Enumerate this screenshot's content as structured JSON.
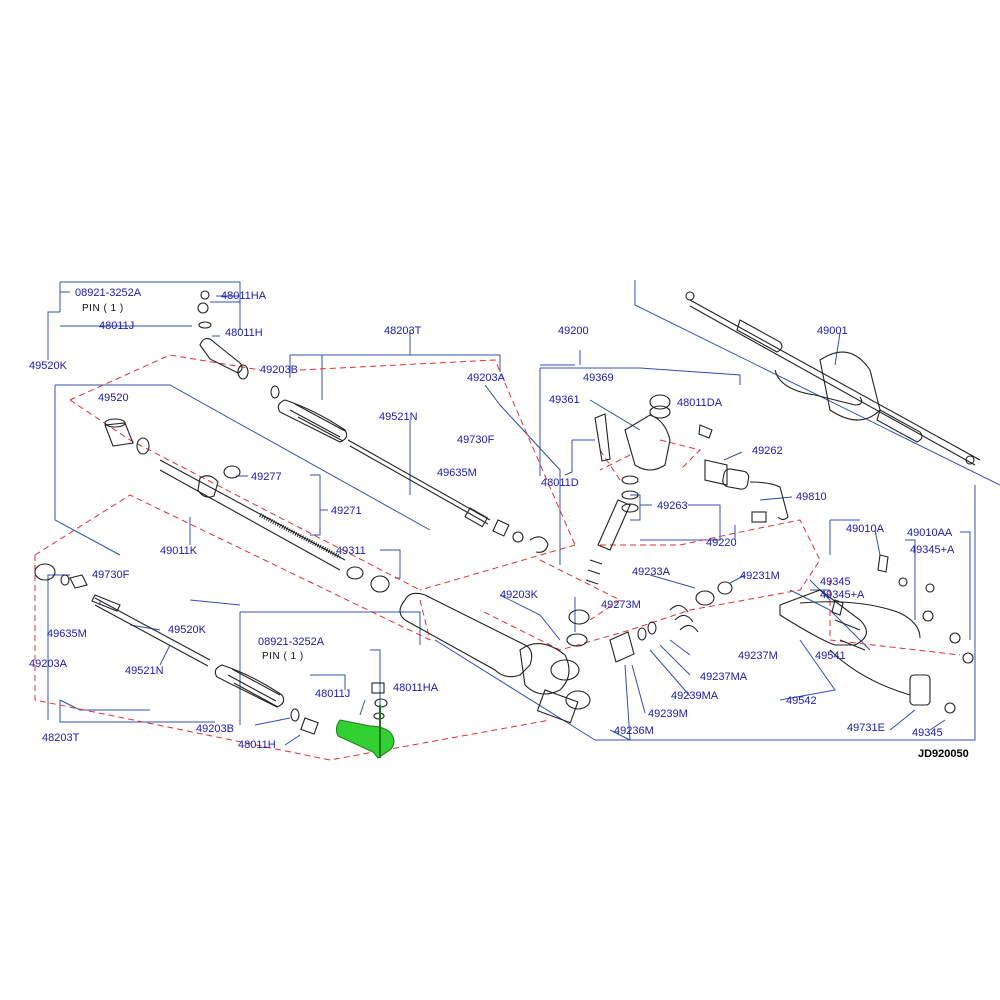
{
  "diagram": {
    "drawing_code": "JD920050",
    "colors": {
      "label_text": "#1a1ab0",
      "label_highlight": "#e6a9b1",
      "leader_line": "#3050b0",
      "dashed_group": "#e03030",
      "highlight_part": "#33d033",
      "part_outline": "#222222"
    },
    "notes": {
      "pin_top": "PIN ( 1 )",
      "pin_bottom": "PIN ( 1 )"
    },
    "labels": {
      "p08921_3252a_top": "08921-3252A",
      "p48011ha_top": "48011HA",
      "p48011j_top": "48011J",
      "p48011h_top": "48011H",
      "p49520k_top": "49520K",
      "p48203t_top": "48203T",
      "p49203b_top": "49203B",
      "p49203a_top": "49203A",
      "p49520": "49520",
      "p49521n_top": "49521N",
      "p49730f_top": "49730F",
      "p49635m_top": "49635M",
      "p49277": "49277",
      "p49271": "49271",
      "p49011k": "49011K",
      "p49311": "49311",
      "p49200": "49200",
      "p49369": "49369",
      "p49361": "49361",
      "p48011da": "48011DA",
      "p49262": "49262",
      "p48011d": "48011D",
      "p49263": "49263",
      "p49810": "49810",
      "p49220": "49220",
      "p49001": "49001",
      "p49010a": "49010A",
      "p49010aa": "49010AA",
      "p49345_a_1": "49345+A",
      "p49345_1": "49345",
      "p49345_a_2": "49345+A",
      "p49233a": "49233A",
      "p49231m": "49231M",
      "p49273m": "49273M",
      "p49203k": "49203K",
      "p49541": "49541",
      "p49542": "49542",
      "p49237m": "49237M",
      "p49237ma": "49237MA",
      "p49239ma": "49239MA",
      "p49239m": "49239M",
      "p49236m": "49236M",
      "p49731e": "49731E",
      "p49345_2": "49345",
      "p49730f_bot": "49730F",
      "p49635m_bot": "49635M",
      "p49520k_bot": "49520K",
      "p08921_3252a_bot": "08921-3252A",
      "p49203a_bot": "49203A",
      "p49521n_bot": "49521N",
      "p48011ha_bot": "48011HA",
      "p48011j_bot": "48011J",
      "p49203b_bot": "49203B",
      "p48011h_bot": "48011H",
      "p48203t_bot": "48203T"
    }
  }
}
